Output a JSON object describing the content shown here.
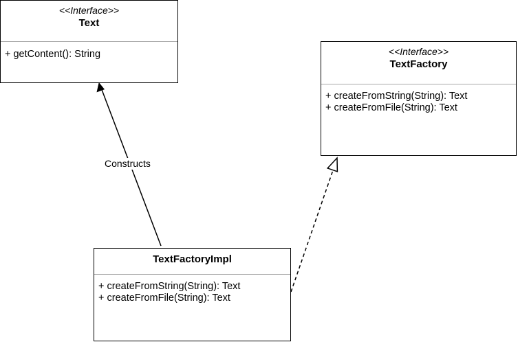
{
  "classes": {
    "text": {
      "stereotype": "<<Interface>>",
      "name": "Text",
      "methods": [
        "+ getContent(): String"
      ]
    },
    "text_factory": {
      "stereotype": "<<Interface>>",
      "name": "TextFactory",
      "methods": [
        "+ createFromString(String): Text",
        "+ createFromFile(String): Text"
      ]
    },
    "text_factory_impl": {
      "name": "TextFactoryImpl",
      "methods": [
        "+ createFromString(String): Text",
        "+ createFromFile(String): Text"
      ]
    }
  },
  "relations": {
    "constructs_label": "Constructs"
  }
}
